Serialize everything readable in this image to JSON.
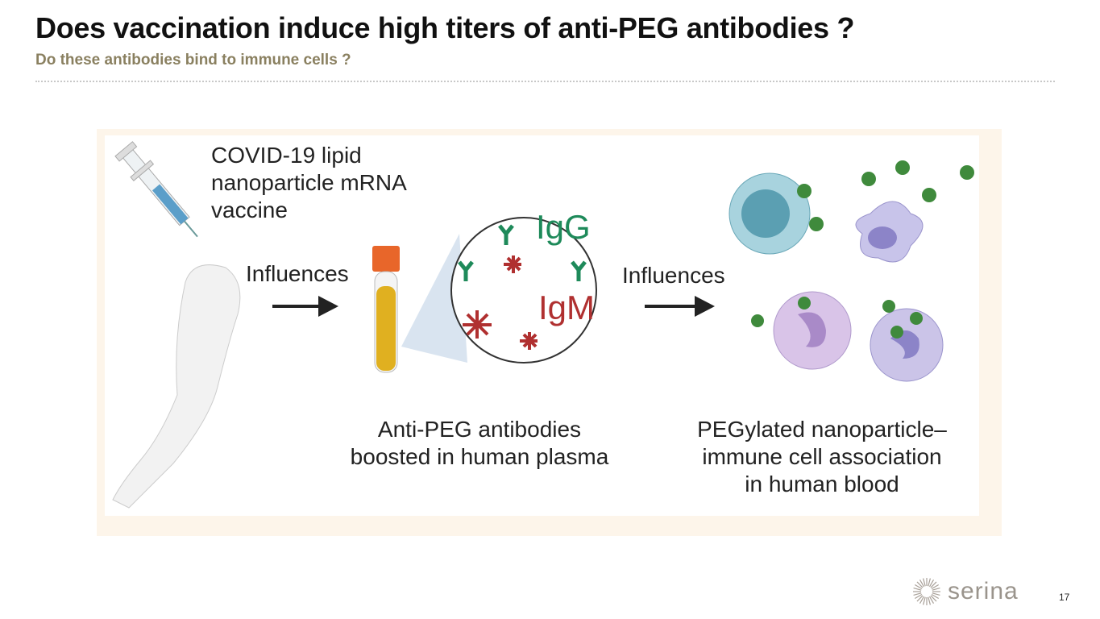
{
  "header": {
    "title": "Does vaccination induce high titers of anti-PEG antibodies ?",
    "subtitle": "Do these antibodies bind to immune cells ?"
  },
  "figure": {
    "vaccine_label": [
      "COVID-19 lipid",
      "nanoparticle mRNA",
      "vaccine"
    ],
    "arrow1_label": "Influences",
    "arrow2_label": "Influences",
    "igg_label": "IgG",
    "igm_label": "IgM",
    "plasma_caption": [
      "Anti-PEG antibodies",
      "boosted in human plasma"
    ],
    "cells_caption": [
      "PEGylated nanoparticle–",
      "immune cell association",
      "in human blood"
    ],
    "colors": {
      "igg": "#1e8a5a",
      "igm": "#b03030",
      "tube_fluid": "#e0b020",
      "tube_cap": "#e8662a",
      "particle": "#3f8a3c"
    }
  },
  "footer": {
    "logo_text": "serina",
    "page_number": "17"
  }
}
